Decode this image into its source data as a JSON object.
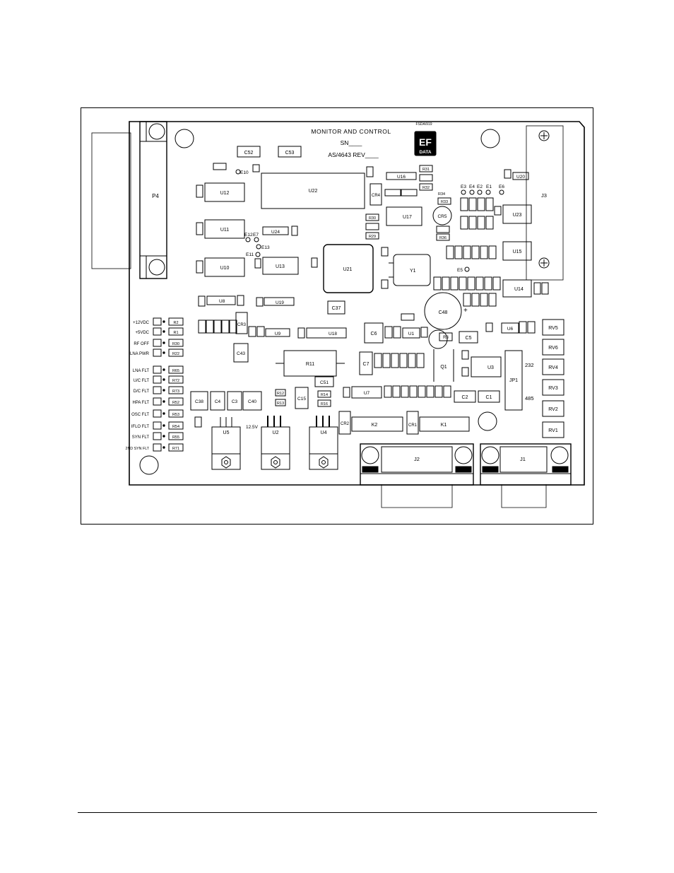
{
  "board": {
    "title": "MONITOR AND CONTROL",
    "serial": "SN____",
    "assembly": "AS/4643 REV____",
    "logo_top": "EF",
    "logo_bottom": "DATA",
    "logo_tag": "FSDA/919"
  },
  "components": {
    "P4": "P4",
    "J3": "J3",
    "J2": "J2",
    "J1": "J1",
    "JP1": "JP1",
    "U12": "U12",
    "U11": "U11",
    "U10": "U10",
    "U22": "U22",
    "U24": "U24",
    "U13": "U13",
    "U21": "U21",
    "U19": "U19",
    "U18": "U18",
    "U16": "U16",
    "U17": "U17",
    "U20": "U20",
    "U23": "U23",
    "U15": "U15",
    "U14": "U14",
    "U1": "U1",
    "U3": "U3",
    "U6": "U6",
    "U7": "U7",
    "U8": "U8",
    "U9": "U9",
    "U5": "U5",
    "U2": "U2",
    "U4": "U4",
    "C52": "C52",
    "C53": "C53",
    "C37": "C37",
    "C48": "C48",
    "C43": "C43",
    "C6": "C6",
    "C5": "C5",
    "C7": "C7",
    "C51": "C51",
    "C15": "C15",
    "C38": "C38",
    "C4": "C4",
    "C3": "C3",
    "C40": "C40",
    "C2": "C2",
    "C1": "C1",
    "CR3": "CR3",
    "CR4": "CR4",
    "CR5": "CR5",
    "CR2": "CR2",
    "CR1": "CR1",
    "Y1": "Y1",
    "R11": "R11",
    "R3": "R3",
    "Q1": "Q1",
    "K1": "K1",
    "K2": "K2",
    "R31": "R31",
    "R30": "R30",
    "R29": "R29",
    "R32": "R32",
    "R33": "R33",
    "R34": "R34",
    "R36": "R36",
    "R12": "R12",
    "R13": "R13",
    "R14": "R14",
    "R16": "R16",
    "E10": "E10",
    "E12": "E12",
    "E7": "E7",
    "E13": "E13",
    "E11": "E11",
    "E5": "E5",
    "E6": "E6",
    "E3": "E3",
    "E4": "E4",
    "E2": "E2",
    "E1": "E1",
    "RV5": "RV5",
    "RV6": "RV6",
    "RV4": "RV4",
    "RV3": "RV3",
    "RV2": "RV2",
    "RV1": "RV1",
    "jp_232": "232",
    "jp_485": "485",
    "v125": "12.5V"
  },
  "leds": [
    {
      "label": "+12VDC",
      "res": "R2"
    },
    {
      "label": "+5VDC",
      "res": "R1"
    },
    {
      "label": "RF OFF",
      "res": "R30"
    },
    {
      "label": "LNA PWR",
      "res": "R22"
    },
    {
      "label": "LNA FLT",
      "res": "R65"
    },
    {
      "label": "U/C FLT",
      "res": "R72"
    },
    {
      "label": "D/C FLT",
      "res": "R73"
    },
    {
      "label": "HPA FLT",
      "res": "R52"
    },
    {
      "label": "OSC FLT",
      "res": "R53"
    },
    {
      "label": "IFLO FLT",
      "res": "R54"
    },
    {
      "label": "SYN FLT",
      "res": "R55"
    },
    {
      "label": "2ND SYN FLT",
      "res": "R71"
    }
  ]
}
